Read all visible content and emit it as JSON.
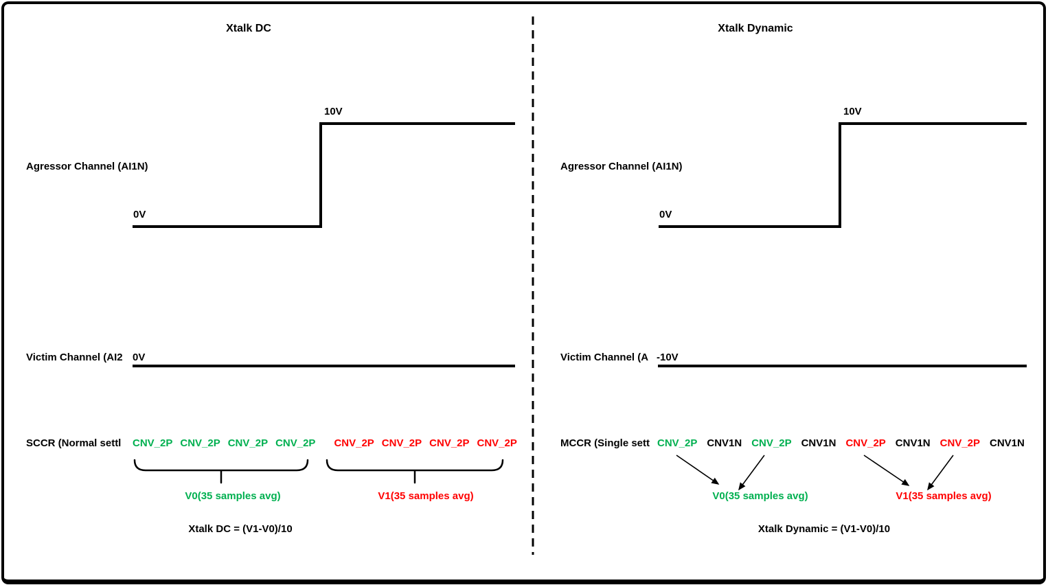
{
  "colors": {
    "green": "#00B050",
    "red": "#FF0000",
    "black": "#000000",
    "background": "#FFFFFF"
  },
  "left_panel": {
    "title": "Xtalk DC",
    "aggressor": {
      "label": "Agressor Channel (AI1N)",
      "low_level_label": "0V",
      "high_level_label": "10V"
    },
    "victim": {
      "label": "Victim Channel (AI2",
      "level_label": "0V"
    },
    "sequence": {
      "prefix": "SCCR (Normal settl",
      "tokens": [
        {
          "text": "CNV_2P",
          "color": "green"
        },
        {
          "text": "CNV_2P",
          "color": "green"
        },
        {
          "text": "CNV_2P",
          "color": "green"
        },
        {
          "text": "CNV_2P",
          "color": "green"
        },
        {
          "text": "CNV_2P",
          "color": "red"
        },
        {
          "text": "CNV_2P",
          "color": "red"
        },
        {
          "text": "CNV_2P",
          "color": "red"
        },
        {
          "text": "CNV_2P",
          "color": "red"
        }
      ]
    },
    "v0_label": "V0(35 samples avg)",
    "v1_label": "V1(35 samples avg)",
    "formula": "Xtalk DC = (V1-V0)/10"
  },
  "right_panel": {
    "title": "Xtalk Dynamic",
    "aggressor": {
      "label": "Agressor Channel (AI1N)",
      "low_level_label": "0V",
      "high_level_label": "10V"
    },
    "victim": {
      "label": "Victim Channel (A",
      "level_label": "-10V"
    },
    "sequence": {
      "prefix": "MCCR (Single sett",
      "tokens": [
        {
          "text": "CNV_2P",
          "color": "green"
        },
        {
          "text": "CNV1N",
          "color": "black"
        },
        {
          "text": "CNV_2P",
          "color": "green"
        },
        {
          "text": "CNV1N",
          "color": "black"
        },
        {
          "text": "CNV_2P",
          "color": "red"
        },
        {
          "text": "CNV1N",
          "color": "black"
        },
        {
          "text": "CNV_2P",
          "color": "red"
        },
        {
          "text": "CNV1N",
          "color": "black"
        }
      ]
    },
    "v0_label": "V0(35 samples avg)",
    "v1_label": "V1(35 samples avg)",
    "formula": "Xtalk Dynamic = (V1-V0)/10"
  }
}
